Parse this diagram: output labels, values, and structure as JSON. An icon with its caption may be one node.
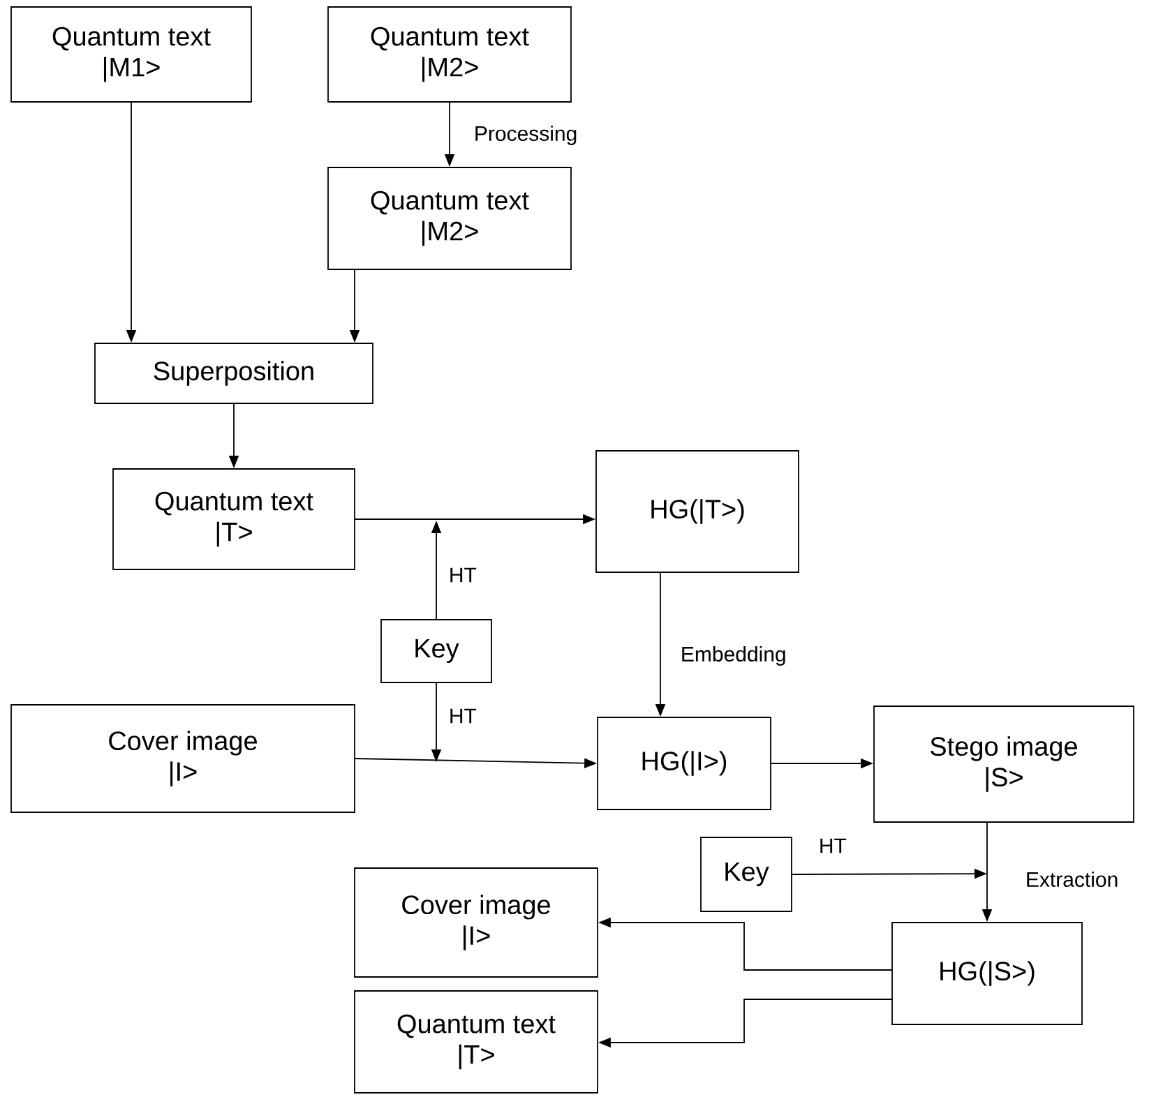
{
  "diagram": {
    "nodes": [
      {
        "text": [
          "Quantum text",
          "|M1>"
        ]
      },
      {
        "text": [
          "Quantum text",
          "|M2>"
        ]
      },
      {
        "text": [
          "Quantum text",
          "|M2>"
        ]
      },
      {
        "text": [
          "Superposition"
        ]
      },
      {
        "text": [
          "Quantum text",
          "|T>"
        ]
      },
      {
        "text": [
          "HG(|T>)"
        ]
      },
      {
        "text": [
          "Key"
        ]
      },
      {
        "text": [
          "Cover image",
          "|I>"
        ]
      },
      {
        "text": [
          "HG(|I>)"
        ]
      },
      {
        "text": [
          "Stego image",
          "|S>"
        ]
      },
      {
        "text": [
          "Key"
        ]
      },
      {
        "text": [
          "Cover image",
          "|I>"
        ]
      },
      {
        "text": [
          "Quantum text",
          "|T>"
        ]
      },
      {
        "text": [
          "HG(|S>)"
        ]
      }
    ],
    "edges": [
      {
        "from": 0,
        "to": 3,
        "arrow": "to"
      },
      {
        "from": 1,
        "to": 2,
        "arrow": "to",
        "label": "Processing"
      },
      {
        "from": 2,
        "to": 3,
        "arrow": "to"
      },
      {
        "from": 3,
        "to": 4,
        "arrow": "to"
      },
      {
        "from": 4,
        "to": 5,
        "arrow": "to"
      },
      {
        "from": 6,
        "to": null,
        "arrow": "to",
        "label": "HT"
      },
      {
        "from": 6,
        "to": null,
        "arrow": "to",
        "label": "HT"
      },
      {
        "from": 7,
        "to": 8,
        "arrow": "to"
      },
      {
        "from": 5,
        "to": 8,
        "arrow": "to",
        "label": "Embedding"
      },
      {
        "from": 8,
        "to": 9,
        "arrow": "to"
      },
      {
        "from": 9,
        "to": 13,
        "arrow": "to",
        "label": "Extraction"
      },
      {
        "from": 10,
        "to": null,
        "arrow": "to",
        "label": "HT"
      },
      {
        "from": 13,
        "to": 11,
        "arrow": "to"
      },
      {
        "from": 13,
        "to": 12,
        "arrow": "to"
      }
    ]
  }
}
